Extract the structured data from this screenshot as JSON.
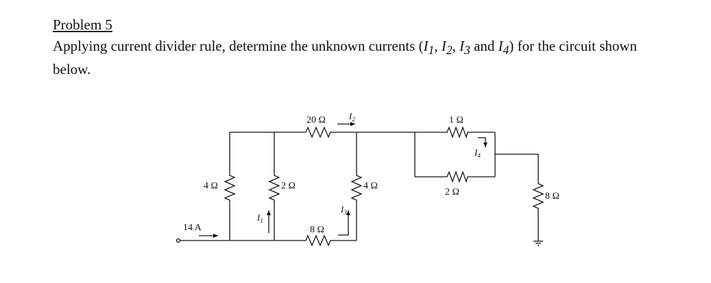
{
  "problem": {
    "title": "Problem 5",
    "text_before": "Applying current divider rule, determine the unknown currents (",
    "i1": "I",
    "i1_sub": "1",
    "sep1": ", ",
    "i2": "I",
    "i2_sub": "2",
    "sep2": ", ",
    "i3": "I",
    "i3_sub": "3",
    "sep3": " and ",
    "i4": "I",
    "i4_sub": "4",
    "text_after": ") for the circuit shown below."
  },
  "circuit": {
    "source_label": "14 A",
    "r_left": "4 Ω",
    "r_mid": "2 Ω",
    "r_top": "20 Ω",
    "r_bottom": "8 Ω",
    "r_center": "4 Ω",
    "r_par_top": "1 Ω",
    "r_par_bottom": "2 Ω",
    "r_right": "8 Ω",
    "i1_label": "I",
    "i1_sub": "1",
    "i2_label": "I",
    "i2_sub": "2",
    "i3_label": "I",
    "i3_sub": "3",
    "i4_label": "I",
    "i4_sub": "4"
  }
}
